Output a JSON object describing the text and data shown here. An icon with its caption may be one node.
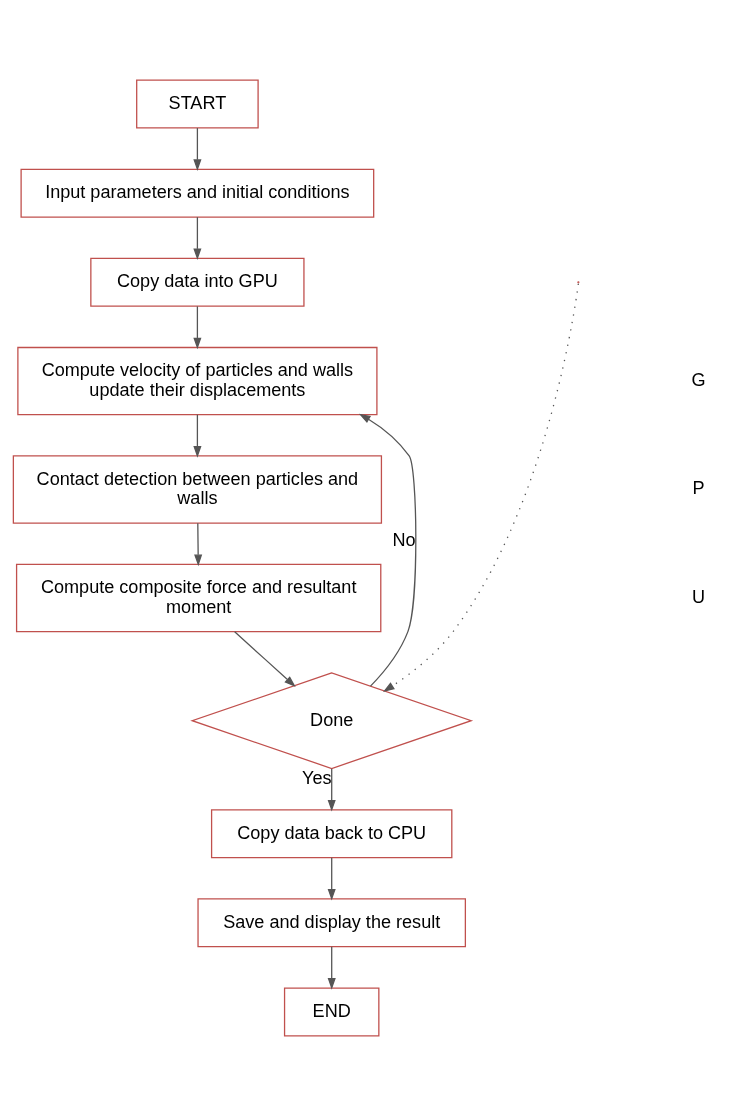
{
  "diagram": {
    "nodes": [
      {
        "text": [
          "START"
        ]
      },
      {
        "text": [
          "Input parameters and initial conditions"
        ]
      },
      {
        "text": [
          "Copy data into GPU"
        ]
      },
      {
        "text": [
          "Compute velocity of particles and walls update their displacements"
        ]
      },
      {
        "text": [
          "Contact detection between particles and walls"
        ]
      },
      {
        "text": [
          "Compute composite force and resultant moment"
        ]
      },
      {
        "text": [
          "Done"
        ]
      },
      {
        "text": [
          "Copy data back to CPU"
        ]
      },
      {
        "text": [
          "Save and display the result"
        ]
      },
      {
        "text": [
          "END"
        ]
      }
    ],
    "edges": [
      {
        "from": 0,
        "to": 1,
        "arrow": "to"
      },
      {
        "from": 1,
        "to": 2,
        "arrow": "to"
      },
      {
        "from": 2,
        "to": 3,
        "arrow": "to"
      },
      {
        "from": 3,
        "to": 4,
        "arrow": "to"
      },
      {
        "from": 4,
        "to": 5,
        "arrow": "to"
      },
      {
        "from": 5,
        "to": 6,
        "arrow": "to"
      },
      {
        "from": 6,
        "to": 3,
        "arrow": "to",
        "label": "No"
      },
      {
        "from": 6,
        "to": 7,
        "arrow": "to",
        "label": "Yes"
      },
      {
        "from": 7,
        "to": 8,
        "arrow": "to"
      },
      {
        "from": 8,
        "to": 9,
        "arrow": "to"
      },
      {
        "from": null,
        "to": 6,
        "arrow": "to",
        "style": "dashed"
      }
    ],
    "labels": [
      "G",
      "P",
      "U"
    ]
  }
}
